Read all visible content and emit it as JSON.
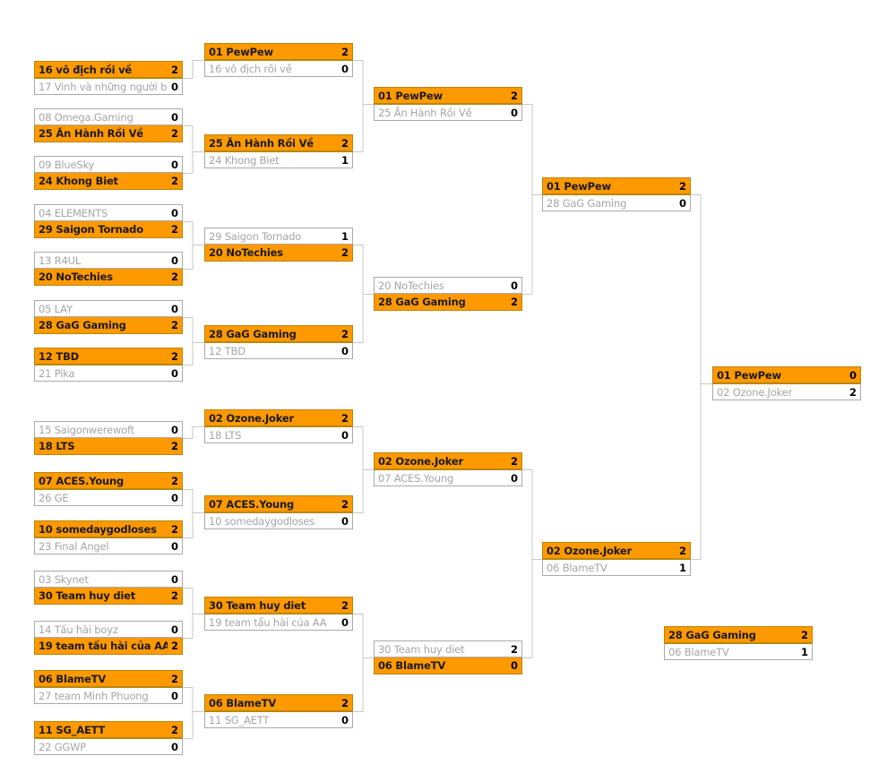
{
  "colors": {
    "winner": "#ff9900",
    "border": "#aaaaaa",
    "loser_text": "#a6a6a6"
  },
  "rounds": [
    {
      "matches": [
        {
          "teams": [
            {
              "seed": "16",
              "name": "vô địch rồi về",
              "score": "2",
              "win": true
            },
            {
              "seed": "17",
              "name": "Vinh và những người bạn",
              "score": "0",
              "win": false
            }
          ]
        },
        {
          "teams": [
            {
              "seed": "08",
              "name": "Omega.Gaming",
              "score": "0",
              "win": false
            },
            {
              "seed": "25",
              "name": "Ăn Hành Rồi Về",
              "score": "2",
              "win": true
            }
          ]
        },
        {
          "teams": [
            {
              "seed": "09",
              "name": "BlueSky",
              "score": "0",
              "win": false
            },
            {
              "seed": "24",
              "name": "Khong Biet",
              "score": "2",
              "win": true
            }
          ]
        },
        {
          "teams": [
            {
              "seed": "04",
              "name": "ELEMENTS",
              "score": "0",
              "win": false
            },
            {
              "seed": "29",
              "name": "Saigon Tornado",
              "score": "2",
              "win": true
            }
          ]
        },
        {
          "teams": [
            {
              "seed": "13",
              "name": "R4UL",
              "score": "0",
              "win": false
            },
            {
              "seed": "20",
              "name": "NoTechies",
              "score": "2",
              "win": true
            }
          ]
        },
        {
          "teams": [
            {
              "seed": "05",
              "name": "LAY",
              "score": "0",
              "win": false
            },
            {
              "seed": "28",
              "name": "GaG Gaming",
              "score": "2",
              "win": true
            }
          ]
        },
        {
          "teams": [
            {
              "seed": "12",
              "name": "TBD",
              "score": "2",
              "win": true
            },
            {
              "seed": "21",
              "name": "Pika",
              "score": "0",
              "win": false
            }
          ]
        },
        {
          "teams": [
            {
              "seed": "15",
              "name": "Saigonwerewoft",
              "score": "0",
              "win": false
            },
            {
              "seed": "18",
              "name": "LTS",
              "score": "2",
              "win": true
            }
          ]
        },
        {
          "teams": [
            {
              "seed": "07",
              "name": "ACES.Young",
              "score": "2",
              "win": true
            },
            {
              "seed": "26",
              "name": "GE",
              "score": "0",
              "win": false
            }
          ]
        },
        {
          "teams": [
            {
              "seed": "10",
              "name": "somedaygodloses",
              "score": "2",
              "win": true
            },
            {
              "seed": "23",
              "name": "Final Angel",
              "score": "0",
              "win": false
            }
          ]
        },
        {
          "teams": [
            {
              "seed": "03",
              "name": "Skynet",
              "score": "0",
              "win": false
            },
            {
              "seed": "30",
              "name": "Team huy diet",
              "score": "2",
              "win": true
            }
          ]
        },
        {
          "teams": [
            {
              "seed": "14",
              "name": "Tấu hài boyz",
              "score": "0",
              "win": false
            },
            {
              "seed": "19",
              "name": "team tấu hài của AA",
              "score": "2",
              "win": true
            }
          ]
        },
        {
          "teams": [
            {
              "seed": "06",
              "name": "BlameTV",
              "score": "2",
              "win": true
            },
            {
              "seed": "27",
              "name": "team Minh Phuong",
              "score": "0",
              "win": false
            }
          ]
        },
        {
          "teams": [
            {
              "seed": "11",
              "name": "SG_AETT",
              "score": "2",
              "win": true
            },
            {
              "seed": "22",
              "name": "GGWP",
              "score": "0",
              "win": false
            }
          ]
        }
      ]
    },
    {
      "matches": [
        {
          "teams": [
            {
              "seed": "01",
              "name": "PewPew",
              "score": "2",
              "win": true
            },
            {
              "seed": "16",
              "name": "vô địch rồi về",
              "score": "0",
              "win": false
            }
          ]
        },
        {
          "teams": [
            {
              "seed": "25",
              "name": "Ăn Hành Rồi Về",
              "score": "2",
              "win": true
            },
            {
              "seed": "24",
              "name": "Khong Biet",
              "score": "1",
              "win": false
            }
          ]
        },
        {
          "teams": [
            {
              "seed": "29",
              "name": "Saigon Tornado",
              "score": "1",
              "win": false
            },
            {
              "seed": "20",
              "name": "NoTechies",
              "score": "2",
              "win": true
            }
          ]
        },
        {
          "teams": [
            {
              "seed": "28",
              "name": "GaG Gaming",
              "score": "2",
              "win": true
            },
            {
              "seed": "12",
              "name": "TBD",
              "score": "0",
              "win": false
            }
          ]
        },
        {
          "teams": [
            {
              "seed": "02",
              "name": "Ozone.Joker",
              "score": "2",
              "win": true
            },
            {
              "seed": "18",
              "name": "LTS",
              "score": "0",
              "win": false
            }
          ]
        },
        {
          "teams": [
            {
              "seed": "07",
              "name": "ACES.Young",
              "score": "2",
              "win": true
            },
            {
              "seed": "10",
              "name": "somedaygodloses",
              "score": "0",
              "win": false
            }
          ]
        },
        {
          "teams": [
            {
              "seed": "30",
              "name": "Team huy diet",
              "score": "2",
              "win": true
            },
            {
              "seed": "19",
              "name": "team tấu hài của AA",
              "score": "0",
              "win": false
            }
          ]
        },
        {
          "teams": [
            {
              "seed": "06",
              "name": "BlameTV",
              "score": "2",
              "win": true
            },
            {
              "seed": "11",
              "name": "SG_AETT",
              "score": "0",
              "win": false
            }
          ]
        }
      ]
    },
    {
      "matches": [
        {
          "teams": [
            {
              "seed": "01",
              "name": "PewPew",
              "score": "2",
              "win": true
            },
            {
              "seed": "25",
              "name": "Ăn Hành Rồi Về",
              "score": "0",
              "win": false
            }
          ]
        },
        {
          "teams": [
            {
              "seed": "20",
              "name": "NoTechies",
              "score": "0",
              "win": false
            },
            {
              "seed": "28",
              "name": "GaG Gaming",
              "score": "2",
              "win": true
            }
          ]
        },
        {
          "teams": [
            {
              "seed": "02",
              "name": "Ozone.Joker",
              "score": "2",
              "win": true
            },
            {
              "seed": "07",
              "name": "ACES.Young",
              "score": "0",
              "win": false
            }
          ]
        },
        {
          "teams": [
            {
              "seed": "30",
              "name": "Team huy diet",
              "score": "2",
              "win": false
            },
            {
              "seed": "06",
              "name": "BlameTV",
              "score": "0",
              "win": true
            }
          ]
        }
      ]
    },
    {
      "matches": [
        {
          "teams": [
            {
              "seed": "01",
              "name": "PewPew",
              "score": "2",
              "win": true
            },
            {
              "seed": "28",
              "name": "GaG Gaming",
              "score": "0",
              "win": false
            }
          ]
        },
        {
          "teams": [
            {
              "seed": "02",
              "name": "Ozone.Joker",
              "score": "2",
              "win": true
            },
            {
              "seed": "06",
              "name": "BlameTV",
              "score": "1",
              "win": false
            }
          ]
        }
      ]
    },
    {
      "matches": [
        {
          "teams": [
            {
              "seed": "01",
              "name": "PewPew",
              "score": "0",
              "win": true
            },
            {
              "seed": "02",
              "name": "Ozone.Joker",
              "score": "2",
              "win": false
            }
          ]
        }
      ]
    }
  ],
  "third_place": {
    "teams": [
      {
        "seed": "28",
        "name": "GaG Gaming",
        "score": "2",
        "win": true
      },
      {
        "seed": "06",
        "name": "BlameTV",
        "score": "1",
        "win": false
      }
    ]
  }
}
